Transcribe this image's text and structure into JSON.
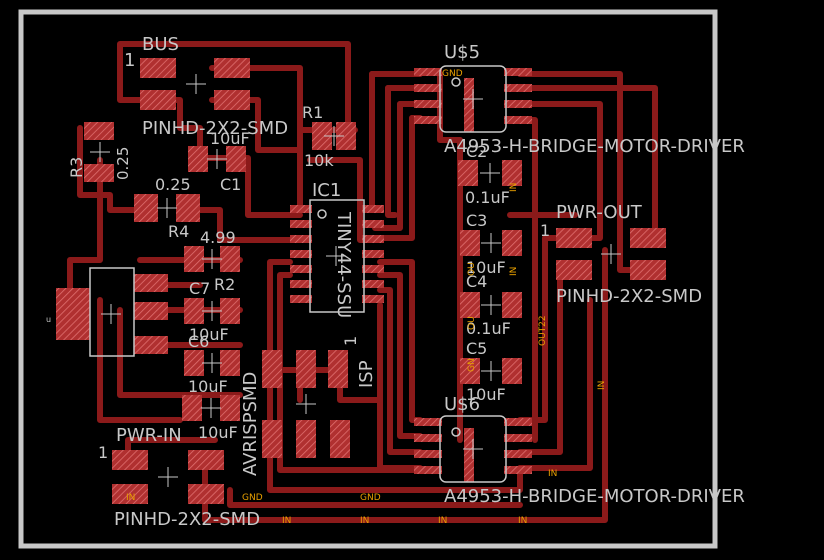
{
  "colors": {
    "background": "#000000",
    "trace": "#8b1a1a",
    "pad": "#b03030",
    "pad_hatch": "#d06060",
    "outline": "#c8c8c8",
    "silk_text": "#c8c8c8",
    "net_text": "#e8a000"
  },
  "components": {
    "bus": {
      "name": "BUS",
      "pin1": "1",
      "value": "PINHD-2X2-SMD"
    },
    "r1": {
      "name": "R1",
      "value": "10k"
    },
    "r3": {
      "name": "R3",
      "value": "0.25"
    },
    "r4": {
      "name": "R4",
      "value": "0.25"
    },
    "c1": {
      "name": "C1",
      "value": "10uF"
    },
    "r2": {
      "name": "R2",
      "value": "4.99"
    },
    "c7": {
      "name": "C7",
      "value": "10uF"
    },
    "c6": {
      "name": "C6",
      "value": "10uF"
    },
    "c8_value": "10uF",
    "ic1": {
      "name": "IC1",
      "value": "TINY44-SSU"
    },
    "isp": {
      "name": "ISP",
      "value": "AVRISPSMD",
      "pin1": "1"
    },
    "u5": {
      "name": "U$5",
      "value": "A4953-H-BRIDGE-MOTOR-DRIVER"
    },
    "u6": {
      "name": "U$6",
      "value": "A4953-H-BRIDGE-MOTOR-DRIVER"
    },
    "c2": {
      "name": "C2",
      "value": "0.1uF"
    },
    "c3": {
      "name": "C3",
      "value": "10uF"
    },
    "c4": {
      "name": "C4",
      "value": "0.1uF"
    },
    "c5": {
      "name": "C5",
      "value": "10uF"
    },
    "pwr_out": {
      "name": "PWR-OUT",
      "pin1": "1",
      "value": "PINHD-2X2-SMD"
    },
    "pwr_in": {
      "name": "PWR-IN",
      "pin1": "1",
      "value": "PINHD-2X2-SMD"
    },
    "regulator_mark": "u"
  },
  "net_labels": {
    "gnd_a": "GND",
    "gnd_b": "GND",
    "gnd_c": "GND",
    "in_a": "IN",
    "in_b": "IN",
    "in_c": "IN",
    "in_d": "IN",
    "in_e": "IN",
    "in_f": "IN",
    "out22": "OUT22",
    "ou_a": "OU",
    "ou_b": "OU",
    "in_v1": "IN",
    "in_v2": "IN",
    "in_v3": "IN",
    "gn_v": "GN"
  }
}
